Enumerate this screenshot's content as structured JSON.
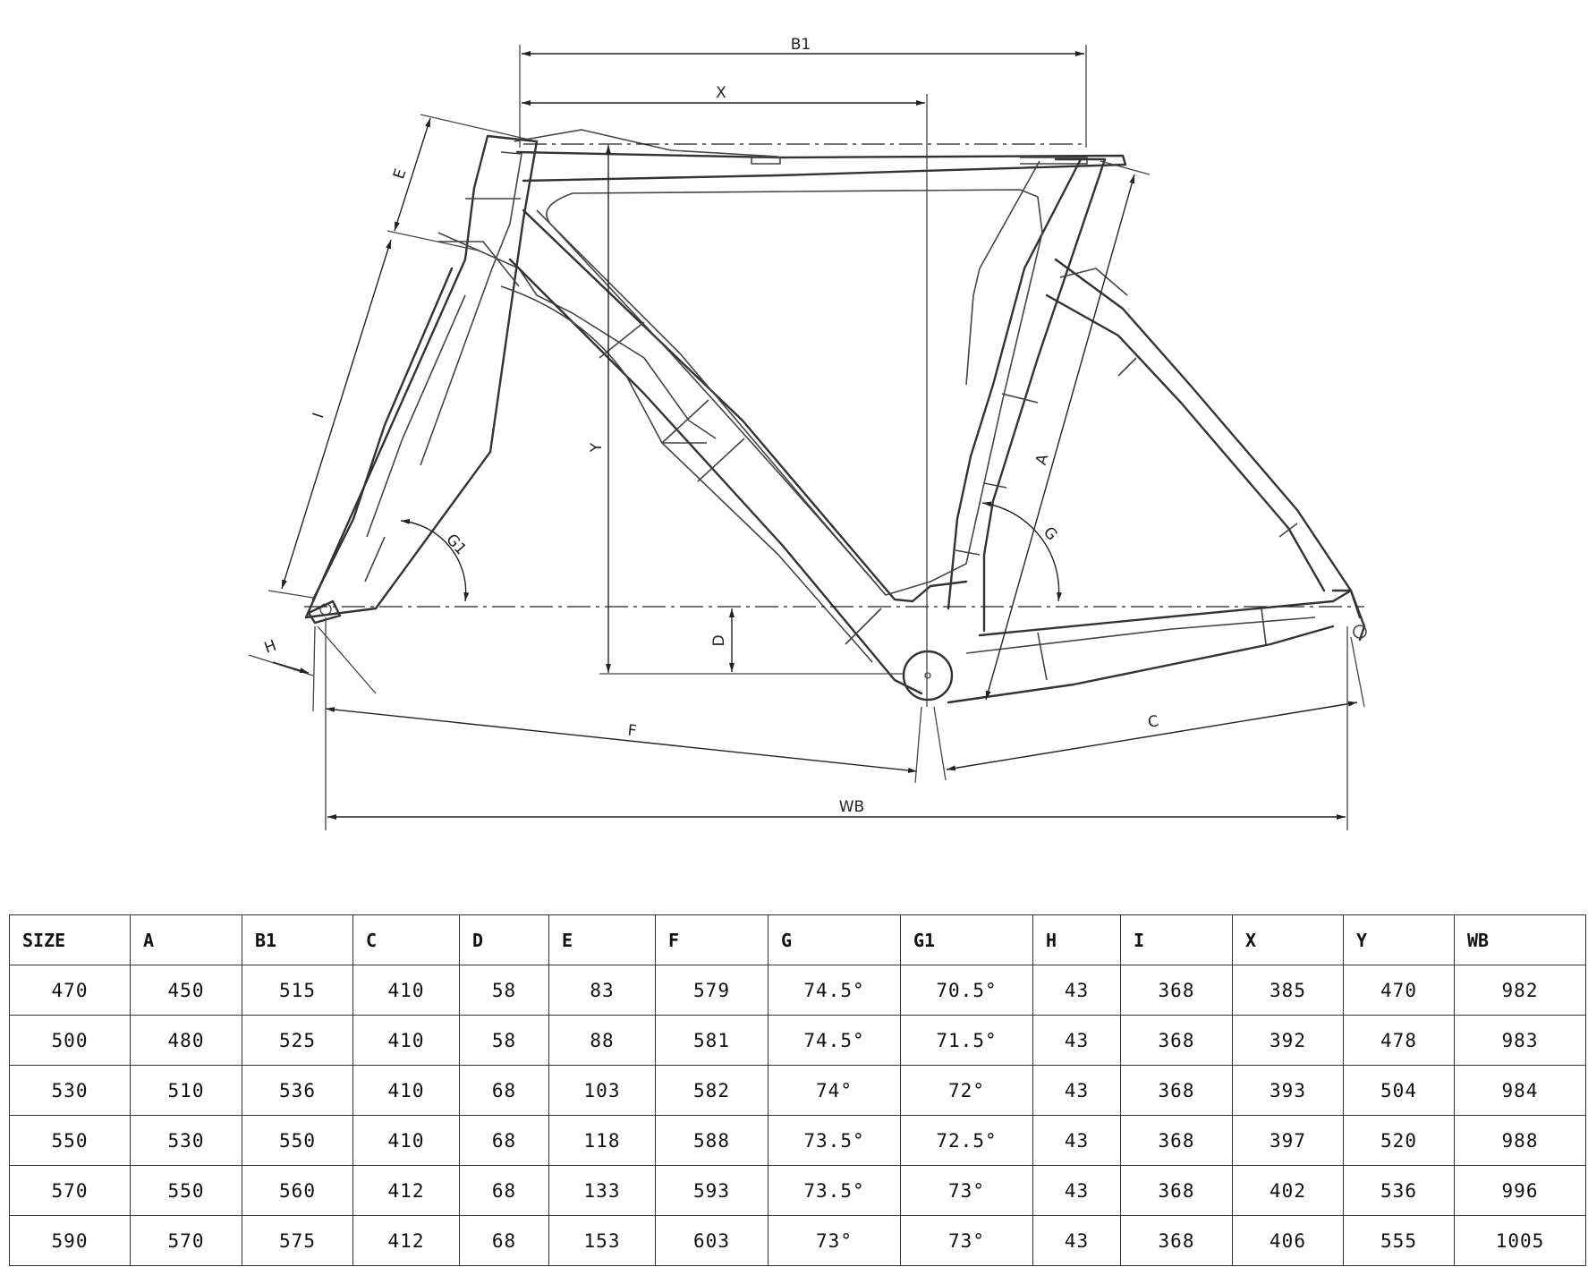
{
  "diagram": {
    "dimension_labels": {
      "b1": "B1",
      "x": "X",
      "e": "E",
      "i": "I",
      "y": "Y",
      "a": "A",
      "g1": "G1",
      "g": "G",
      "d": "D",
      "h": "H",
      "f": "F",
      "c": "C",
      "wb": "WB"
    }
  },
  "table": {
    "headers": [
      "SIZE",
      "A",
      "B1",
      "C",
      "D",
      "E",
      "F",
      "G",
      "G1",
      "H",
      "I",
      "X",
      "Y",
      "WB"
    ],
    "rows": [
      [
        "470",
        "450",
        "515",
        "410",
        "58",
        "83",
        "579",
        "74.5°",
        "70.5°",
        "43",
        "368",
        "385",
        "470",
        "982"
      ],
      [
        "500",
        "480",
        "525",
        "410",
        "58",
        "88",
        "581",
        "74.5°",
        "71.5°",
        "43",
        "368",
        "392",
        "478",
        "983"
      ],
      [
        "530",
        "510",
        "536",
        "410",
        "68",
        "103",
        "582",
        "74°",
        "72°",
        "43",
        "368",
        "393",
        "504",
        "984"
      ],
      [
        "550",
        "530",
        "550",
        "410",
        "68",
        "118",
        "588",
        "73.5°",
        "72.5°",
        "43",
        "368",
        "397",
        "520",
        "988"
      ],
      [
        "570",
        "550",
        "560",
        "412",
        "68",
        "133",
        "593",
        "73.5°",
        "73°",
        "43",
        "368",
        "402",
        "536",
        "996"
      ],
      [
        "590",
        "570",
        "575",
        "412",
        "68",
        "153",
        "603",
        "73°",
        "73°",
        "43",
        "368",
        "406",
        "555",
        "1005"
      ]
    ]
  }
}
